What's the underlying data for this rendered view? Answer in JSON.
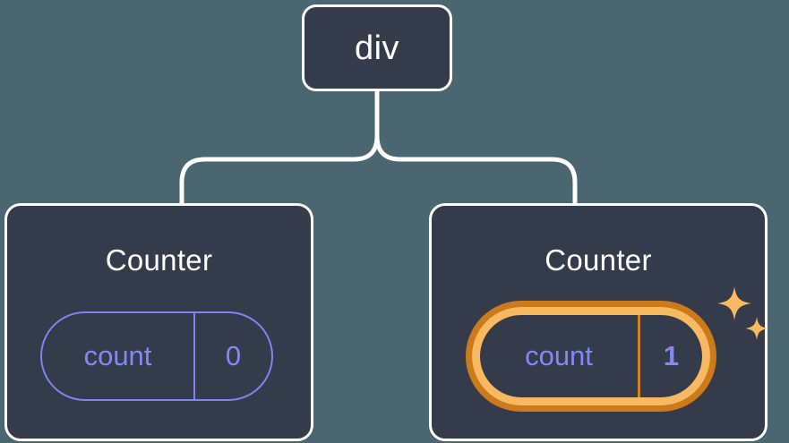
{
  "diagram": {
    "type": "component-tree",
    "background_color": "#4a6670",
    "node_fill_color": "#343b4a",
    "node_border_color": "#ffffff",
    "accent_color": "#7f84f0",
    "highlight_outer_color": "#cc7a1a",
    "highlight_inner_color": "#f8b960",
    "connector_color": "#ffffff"
  },
  "root": {
    "label": "div"
  },
  "children": [
    {
      "label": "Counter",
      "state": {
        "key": "count",
        "value": "0",
        "highlighted": false
      }
    },
    {
      "label": "Counter",
      "state": {
        "key": "count",
        "value": "1",
        "highlighted": true
      }
    }
  ],
  "icons": {
    "sparkle_large": "sparkle-icon",
    "sparkle_small": "sparkle-icon"
  }
}
